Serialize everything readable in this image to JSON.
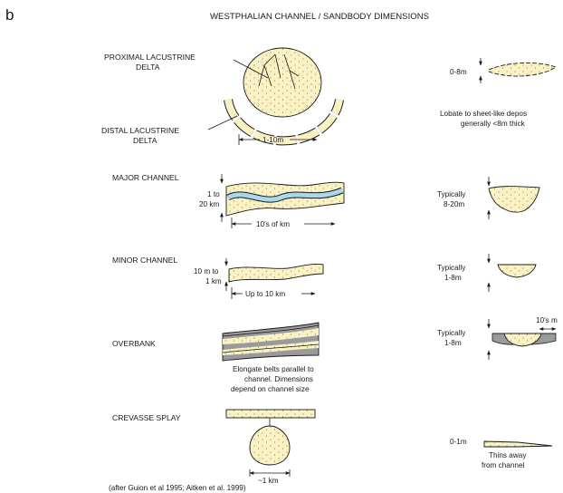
{
  "panel_letter": "b",
  "title": "WESTPHALIAN CHANNEL / SANDBODY DIMENSIONS",
  "delta": {
    "proximal_label_1": "PROXIMAL LACUSTRINE",
    "proximal_label_2": "DELTA",
    "distal_label_1": "DISTAL LACUSTRINE",
    "distal_label_2": "DELTA",
    "width": "1-10m",
    "thickness": "0-8m",
    "note_1": "Lobate to sheet-like depos",
    "note_2": "generally <8m thick"
  },
  "major_channel": {
    "label": "MAJOR CHANNEL",
    "width_1": "1 to",
    "width_2": "20 km",
    "length": "10's of km",
    "thickness_1": "Typically",
    "thickness_2": "8-20m"
  },
  "minor_channel": {
    "label": "MINOR CHANNEL",
    "width_1": "10 m to",
    "width_2": "1 km",
    "length": "Up to 10 km",
    "thickness_1": "Typically",
    "thickness_2": "1-8m"
  },
  "overbank": {
    "label": "OVERBANK",
    "note_1": "Elongate belts parallel to",
    "note_2": "channel. Dimensions",
    "note_3": "depend on channel size",
    "thickness_1": "Typically",
    "thickness_2": "1-8m",
    "lateral": "10's m"
  },
  "crevasse_splay": {
    "label": "CREVASSE SPLAY",
    "width": "~1 km",
    "thickness": "0-1m",
    "note_1": "Thins away",
    "note_2": "from channel"
  },
  "citation": "(after Guion et al 1995; Aitken et al. 1999)",
  "colors": {
    "sand": "#fbf2c4",
    "water": "#a8d8ef",
    "mud": "#9a9a9a",
    "ink": "#1a1a1a"
  }
}
